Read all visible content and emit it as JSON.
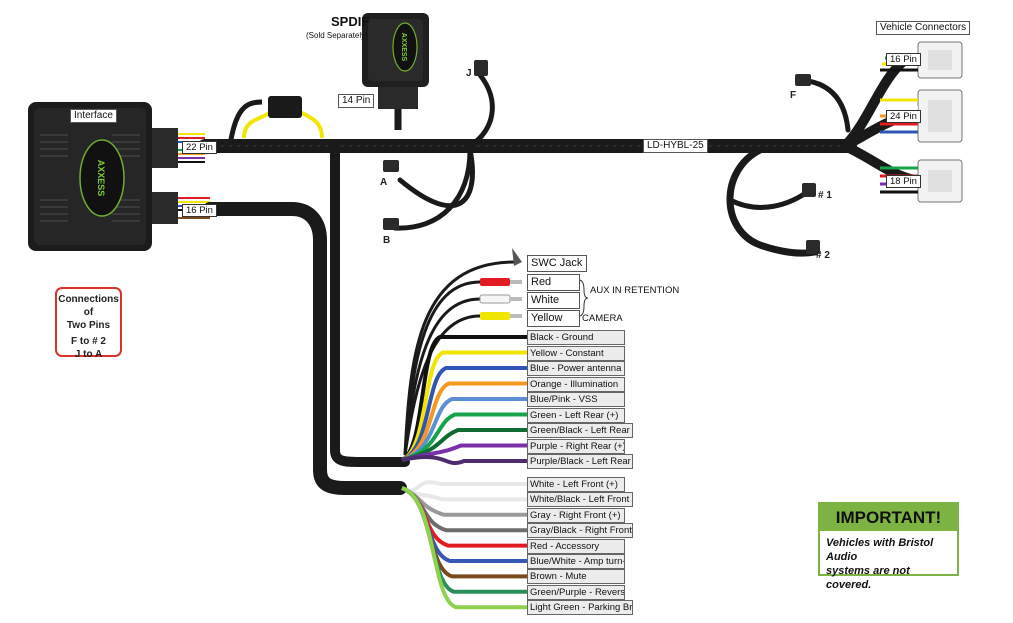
{
  "spdif": {
    "title": "SPDIF",
    "note": "(Sold Separately)",
    "pin_label": "14 Pin"
  },
  "interface": {
    "label": "Interface",
    "brand": "AXXESS",
    "pin22": "22 Pin",
    "pin16": "16 Pin"
  },
  "harness": {
    "label": "LD-HYBL-25"
  },
  "vehicle": {
    "title": "Vehicle Connectors",
    "pin16": "16 Pin",
    "pin24": "24 Pin",
    "pin18": "18 Pin"
  },
  "connectors": {
    "j": "J",
    "f": "F",
    "a": "A",
    "b": "B",
    "n1": "# 1",
    "n2": "# 2"
  },
  "connections_note": {
    "title1": "Connections of",
    "title2": "Two Pins",
    "line1": "F to # 2",
    "line2": "J to A"
  },
  "swc": {
    "label": "SWC Jack"
  },
  "rca": {
    "red": "Red",
    "white": "White",
    "yellow": "Yellow",
    "aux": "AUX IN RETENTION",
    "camera": "CAMERA"
  },
  "wires_upper": [
    {
      "label": "Black - Ground",
      "color": "#111111"
    },
    {
      "label": "Yellow - Constant",
      "color": "#f2e600"
    },
    {
      "label": "Blue - Power antenna",
      "color": "#2f55b5"
    },
    {
      "label": "Orange - Illumination",
      "color": "#f39a1e"
    },
    {
      "label": "Blue/Pink - VSS",
      "color": "#5b8fd6"
    },
    {
      "label": "Green - Left Rear (+)",
      "color": "#17a34a"
    },
    {
      "label": "Green/Black - Left Rear (-)",
      "color": "#0f6b31"
    },
    {
      "label": "Purple - Right Rear (+)",
      "color": "#7b2fa8"
    },
    {
      "label": "Purple/Black - Left Rear (-)",
      "color": "#4e2a6e"
    }
  ],
  "wires_lower": [
    {
      "label": "White - Left Front (+)",
      "color": "#f2f2f2"
    },
    {
      "label": "White/Black - Left Front (-)",
      "color": "#d8d8d8"
    },
    {
      "label": "Gray - Right Front (+)",
      "color": "#9a9a9a"
    },
    {
      "label": "Gray/Black - Right Front (-)",
      "color": "#6d6d6d"
    },
    {
      "label": "Red - Accessory",
      "color": "#e21b22"
    },
    {
      "label": "Blue/White - Amp turn-on",
      "color": "#3659b8"
    },
    {
      "label": "Brown - Mute",
      "color": "#7a4a1e"
    },
    {
      "label": "Green/Purple - Reverse",
      "color": "#2a8f5a"
    },
    {
      "label": "Light Green - Parking Brake",
      "color": "#8fd14f"
    }
  ],
  "important": {
    "title": "IMPORTANT!",
    "line1": "Vehicles with Bristol Audio",
    "line2": "systems are not covered."
  }
}
